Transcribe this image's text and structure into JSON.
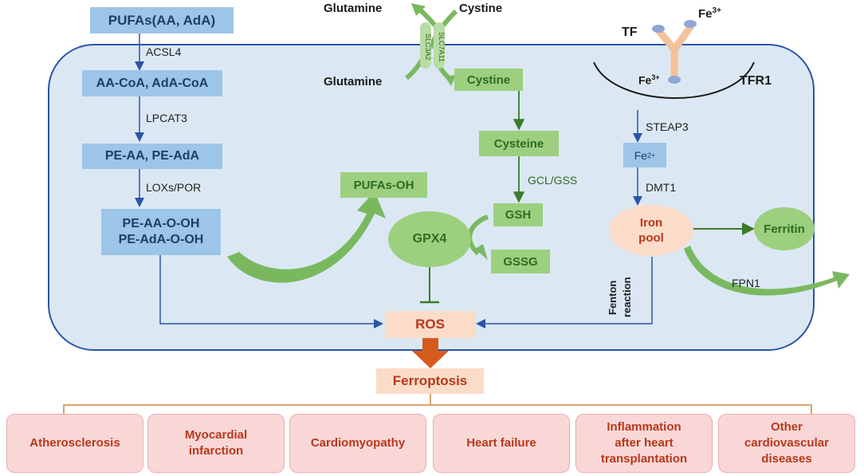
{
  "lipid": {
    "pufas": "PUFAs(AA, AdA)",
    "acsl4": "ACSL4",
    "aa_coa": "AA-CoA, AdA-CoA",
    "lpcat3": "LPCAT3",
    "pe_aa": "PE-AA, PE-AdA",
    "lox": "LOXs/POR",
    "pe_ooh": "PE-AA-O-OH\nPE-AdA-O-OH"
  },
  "transport": {
    "glutamine_out": "Glutamine",
    "cystine_out": "Cystine",
    "glutamine_in": "Glutamine",
    "slc3a2": "SLC3A2",
    "slc7a11": "SLC7A11"
  },
  "glutathione": {
    "cystine": "Cystine",
    "cysteine": "Cysteine",
    "gcl_gss": "GCL/GSS",
    "gsh": "GSH",
    "gssg": "GSSG",
    "gpx4": "GPX4",
    "pufas_oh": "PUFAs-OH"
  },
  "iron": {
    "tf": "TF",
    "fe3_top": "Fe",
    "fe3_top_sup": "3+",
    "fe3_in": "Fe",
    "fe3_in_sup": "3+",
    "tfr1": "TFR1",
    "steap3": "STEAP3",
    "fe2": "Fe",
    "fe2_sup": "2+",
    "dmt1": "DMT1",
    "iron_pool": "Iron\npool",
    "ferritin": "Ferritin",
    "fpn1": "FPN1",
    "fenton": "Fenton\nreaction"
  },
  "ros": "ROS",
  "ferroptosis": "Ferroptosis",
  "diseases": [
    "Atherosclerosis",
    "Myocardial\ninfarction",
    "Cardiomyopathy",
    "Heart failure",
    "Inflammation\nafter heart\ntransplantation",
    "Other\ncardiovascular\ndiseases"
  ],
  "colors": {
    "membrane": "#2a55a8",
    "cell_fill": "#dbe8f3",
    "blue_box": "#9cc5e8",
    "green_box": "#9cd07f",
    "green_arrow": "#7ab860",
    "ros_fill": "#fbdcc9",
    "ferroptosis_arrow": "#d65a1c",
    "disease_text": "#b8381a"
  }
}
